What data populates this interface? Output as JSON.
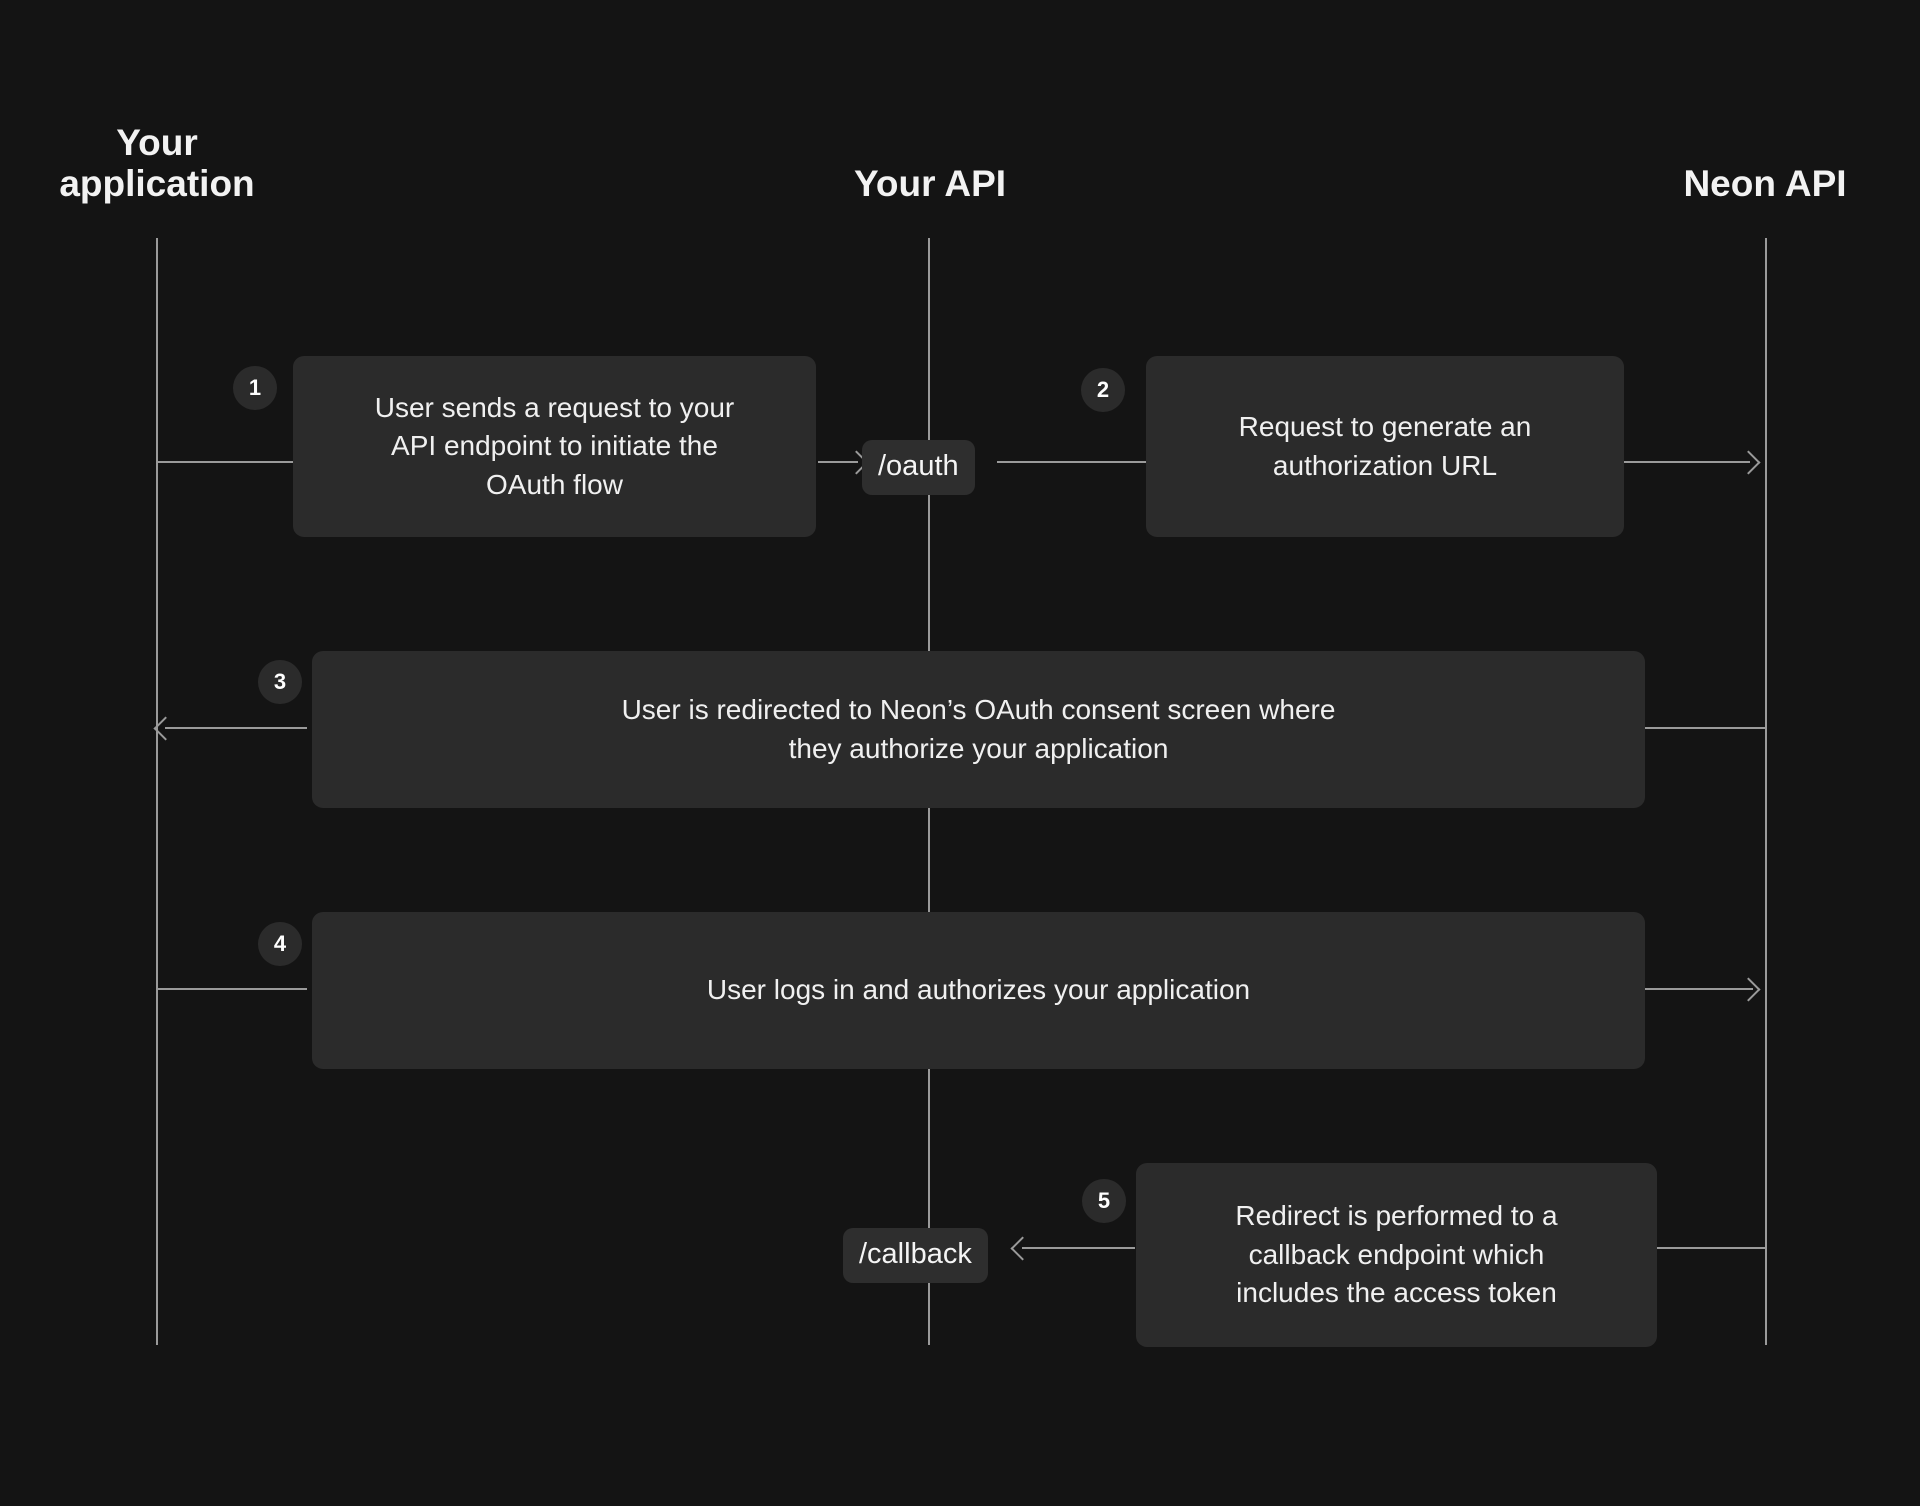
{
  "diagram": {
    "title": "Neon OAuth flow sequence diagram",
    "type": "sequence",
    "background_color": "#141414",
    "note_color": "#2b2b2b",
    "line_color": "#9a9a9a",
    "text_color": "#f0f0f0"
  },
  "participants": [
    {
      "id": "app",
      "label": "Your\napplication"
    },
    {
      "id": "api",
      "label": "Your API"
    },
    {
      "id": "neon",
      "label": "Neon API"
    }
  ],
  "endpoints": {
    "oauth": "/oauth",
    "callback": "/callback"
  },
  "steps": [
    {
      "number": "1",
      "text": "User sends a request to your\nAPI endpoint to initiate the\nOAuth flow",
      "from": "app",
      "to": "api",
      "direction": "right",
      "endpoint_label": "/oauth"
    },
    {
      "number": "2",
      "text": "Request to generate an\nauthorization URL",
      "from": "api",
      "to": "neon",
      "direction": "right",
      "endpoint_label": ""
    },
    {
      "number": "3",
      "text": "User is redirected to Neon’s OAuth consent screen where\nthey authorize your application",
      "from": "neon",
      "to": "app",
      "direction": "left",
      "endpoint_label": ""
    },
    {
      "number": "4",
      "text": "User logs in and authorizes your application",
      "from": "app",
      "to": "neon",
      "direction": "right",
      "endpoint_label": ""
    },
    {
      "number": "5",
      "text": "Redirect is performed to a\ncallback endpoint which\nincludes the access token",
      "from": "neon",
      "to": "api",
      "direction": "left",
      "endpoint_label": "/callback"
    }
  ]
}
